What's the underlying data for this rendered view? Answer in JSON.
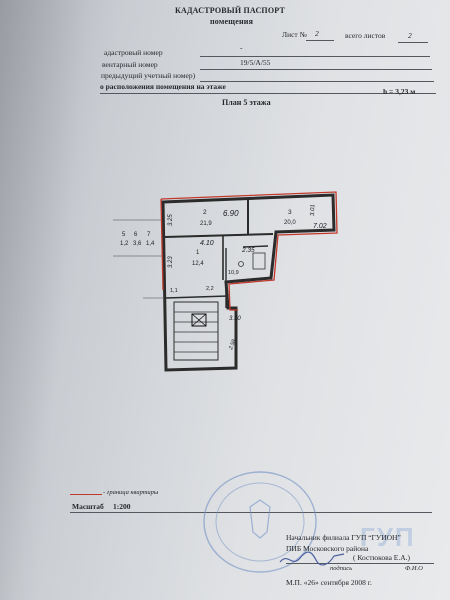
{
  "header": {
    "title": "КАДАСТРОВЫЙ ПАСПОРТ",
    "subtitle": "помещения",
    "sheet_label": "Лист №",
    "sheet_no": "2",
    "total_label": "всего листов",
    "total_no": "2"
  },
  "fields": {
    "f1_label": "адастровый номер",
    "f1_value": "-",
    "f2_label": "вентарный номер",
    "f2_value": "19/5/А/55",
    "f3_label": "предыдущий учетный номер)",
    "f4_label": "о расположения помещения на этаже",
    "height_value": "h = 3,23 м"
  },
  "plan": {
    "title": "План 5 этажа",
    "rooms": {
      "r2_no": "2",
      "r2_area": "21,9",
      "r3_no": "3",
      "r3_area": "20,0",
      "r1_no": "1",
      "r1_area": "12,4",
      "r6_area": "10,9",
      "r4_area": "1,1",
      "r5_area": "2,2"
    },
    "dims": {
      "d690": "6.90",
      "d702": "7.02",
      "d301": "3.01",
      "d410": "4.10",
      "d235": "2.35",
      "d325": "3.25",
      "d323": "3.23",
      "d310": "3.10",
      "d258": "2.58"
    },
    "side_table": {
      "row1": [
        "5",
        "6",
        "7"
      ],
      "row2": [
        "1,2",
        "3,6",
        "1,4"
      ]
    }
  },
  "footer": {
    "legend": "- граница квартиры",
    "scale_label": "Масштаб",
    "scale_value": "1:200",
    "org_line1": "Начальник филиала ГУП “ГУИОН”",
    "org_line2": "ПИБ Московского района",
    "person": "( Костюкова Е.А.)",
    "sign_caption": "подпись",
    "fio_caption": "Ф.И.О",
    "date_line": "М.П. «26» сентября 2008 г.",
    "watermark": "ГУП"
  },
  "colors": {
    "boundary": "#c0392b",
    "ink": "#26282c",
    "stamp": "#6f8fc4",
    "signature": "#4a5fa0"
  }
}
